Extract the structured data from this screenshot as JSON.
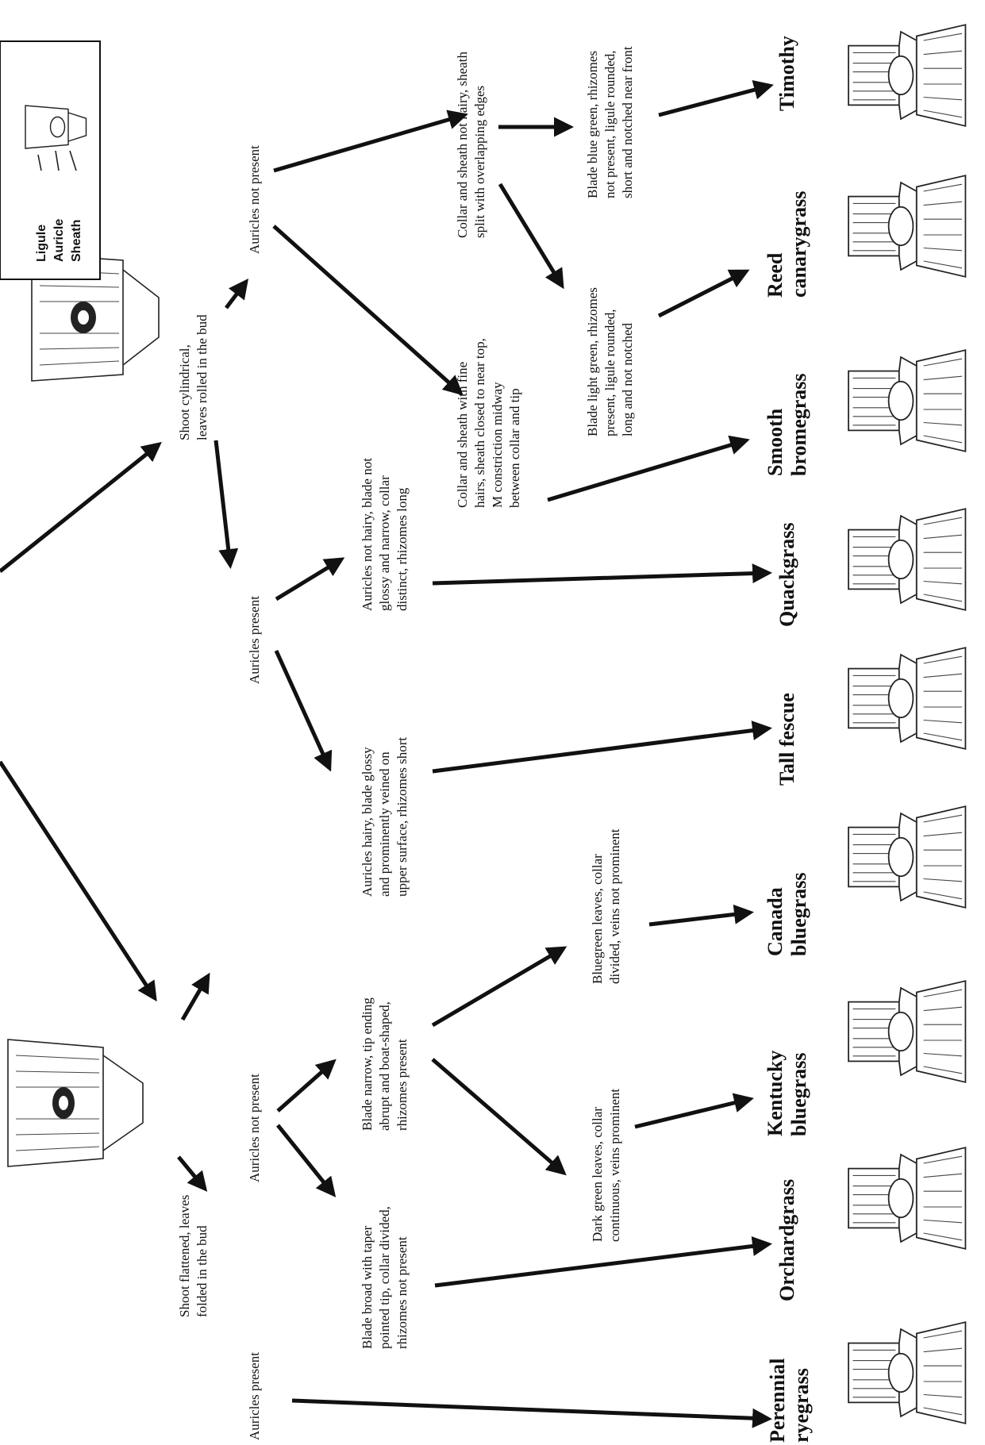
{
  "legend": {
    "ligule": "Ligule",
    "auricle": "Auricle",
    "sheath": "Sheath"
  },
  "nodes": {
    "flattened": [
      "Shoot flattened, leaves",
      "folded in the bud"
    ],
    "cylindrical": [
      "Shoot cylindrical,",
      "leaves rolled in the bud"
    ],
    "flat_auricles_present": "Auricles present",
    "flat_auricles_not_present": "Auricles not present",
    "cyl_auricles_present": "Auricles present",
    "cyl_auricles_not_present": "Auricles not present",
    "blade_broad": [
      "Blade broad with taper",
      "pointed tip, collar divided,",
      "rhizomes not present"
    ],
    "blade_narrow": [
      "Blade narrow, tip ending",
      "abrupt and boat-shaped,",
      "rhizomes present"
    ],
    "dark_green": [
      "Dark green leaves, collar",
      "continuous, veins prominent"
    ],
    "bluegreen": [
      "Bluegreen leaves, collar",
      "divided, veins not prominent"
    ],
    "auricles_hairy": [
      "Auricles hairy, blade glossy",
      "and prominently veined on",
      "upper surface, rhizomes short"
    ],
    "auricles_not_hairy": [
      "Auricles not hairy, blade not",
      "glossy and narrow, collar",
      "distinct, rhizomes long"
    ],
    "fine_hairs": [
      "Collar and sheath with fine",
      "hairs, sheath closed to near top,",
      "M constriction midway",
      "between collar and tip"
    ],
    "not_hairy_split": [
      "Collar and sheath not hairy, sheath",
      "split with overlapping edges"
    ],
    "light_green": [
      "Blade light green, rhizomes",
      "present, ligule rounded,",
      "long and not notched"
    ],
    "blue_green": [
      "Blade blue green, rhizomes",
      "not present, ligule rounded,",
      "short and notched near front"
    ]
  },
  "species": {
    "perennial_ryegrass": [
      "Perennial",
      "ryegrass"
    ],
    "orchardgrass": [
      "Orchardgrass"
    ],
    "kentucky_bluegrass": [
      "Kentucky",
      "bluegrass"
    ],
    "canada_bluegrass": [
      "Canada",
      "bluegrass"
    ],
    "tall_fescue": [
      "Tall fescue"
    ],
    "quackgrass": [
      "Quackgrass"
    ],
    "smooth_bromegrass": [
      "Smooth",
      "bromegrass"
    ],
    "reed_canarygrass": [
      "Reed",
      "canarygrass"
    ],
    "timothy": [
      "Timothy"
    ]
  }
}
